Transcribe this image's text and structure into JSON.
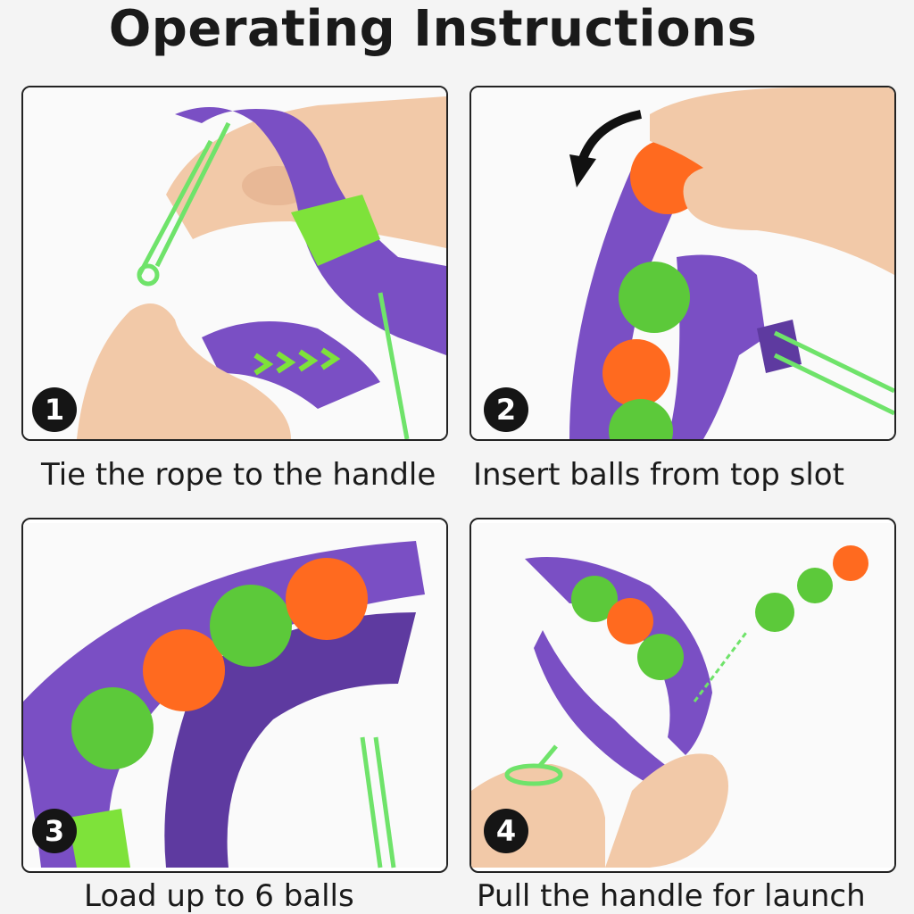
{
  "page": {
    "title": "Operating Instructions"
  },
  "steps": [
    {
      "number": "1",
      "caption": "Tie the rope to the handle"
    },
    {
      "number": "2",
      "caption": "Insert balls from top slot"
    },
    {
      "number": "3",
      "caption": "Load up to 6 balls"
    },
    {
      "number": "4",
      "caption": "Pull the handle for launch"
    }
  ],
  "colors": {
    "bow": "#7a4fc4",
    "bow_dark": "#5e3aa0",
    "accent_green": "#7ee23a",
    "ball_orange": "#ff6a1f",
    "ball_green": "#5cc93a",
    "rope": "#6fe36a",
    "skin": "#f2c9a8",
    "badge": "#151515"
  }
}
